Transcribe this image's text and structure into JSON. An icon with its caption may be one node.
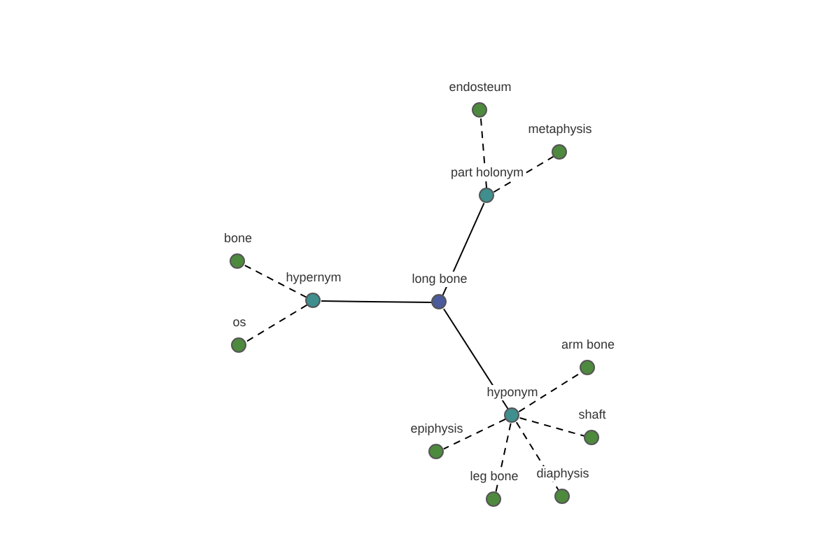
{
  "diagram": {
    "nodes": [
      {
        "text": [
          "long bone"
        ]
      },
      {
        "text": [
          "part holonym"
        ]
      },
      {
        "text": [
          "endosteum"
        ]
      },
      {
        "text": [
          "metaphysis"
        ]
      },
      {
        "text": [
          "hypernym"
        ]
      },
      {
        "text": [
          "bone"
        ]
      },
      {
        "text": [
          "os"
        ]
      },
      {
        "text": [
          "hyponym"
        ]
      },
      {
        "text": [
          "arm bone"
        ]
      },
      {
        "text": [
          "shaft"
        ]
      },
      {
        "text": [
          "diaphysis"
        ]
      },
      {
        "text": [
          "leg bone"
        ]
      },
      {
        "text": [
          "epiphysis"
        ]
      }
    ],
    "edges": [
      {
        "from": 0,
        "to": 1,
        "arrow": "none"
      },
      {
        "from": 1,
        "to": 2,
        "arrow": "none",
        "style": "dashed"
      },
      {
        "from": 1,
        "to": 3,
        "arrow": "none",
        "style": "dashed"
      },
      {
        "from": 0,
        "to": 4,
        "arrow": "none"
      },
      {
        "from": 4,
        "to": 5,
        "arrow": "none",
        "style": "dashed"
      },
      {
        "from": 4,
        "to": 6,
        "arrow": "none",
        "style": "dashed"
      },
      {
        "from": 0,
        "to": 7,
        "arrow": "none"
      },
      {
        "from": 7,
        "to": 8,
        "arrow": "none",
        "style": "dashed"
      },
      {
        "from": 7,
        "to": 9,
        "arrow": "none",
        "style": "dashed"
      },
      {
        "from": 7,
        "to": 10,
        "arrow": "none",
        "style": "dashed"
      },
      {
        "from": 7,
        "to": 11,
        "arrow": "none",
        "style": "dashed"
      },
      {
        "from": 7,
        "to": 12,
        "arrow": "none",
        "style": "dashed"
      }
    ]
  }
}
